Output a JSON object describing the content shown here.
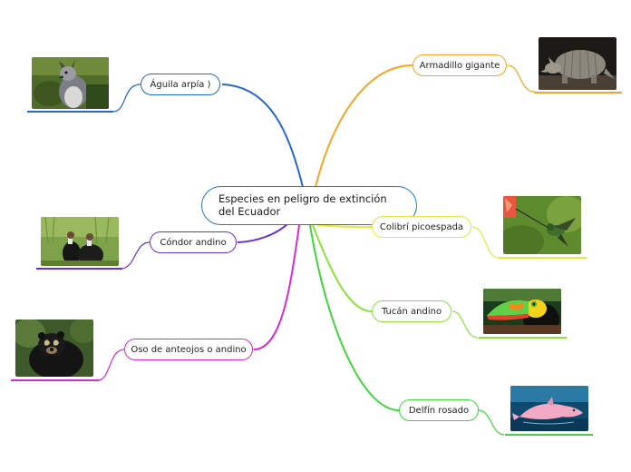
{
  "mindmap": {
    "central": {
      "text": "Especies en peligro de extinción del Ecuador"
    },
    "branches": [
      {
        "id": "aguila",
        "label": "Águila arpía )",
        "color": "#2667c9",
        "image": "harpy-eagle"
      },
      {
        "id": "condor",
        "label": "Cóndor andino",
        "color": "#6a2fc4",
        "image": "andean-condor"
      },
      {
        "id": "oso",
        "label": "Oso de anteojos o andino",
        "color": "#d62bd2",
        "image": "spectacled-bear"
      },
      {
        "id": "armadillo",
        "label": "Armadillo gigante",
        "color": "#f5a623",
        "image": "giant-armadillo"
      },
      {
        "id": "colibri",
        "label": "Colibrí picoespada",
        "color": "#e3e83a",
        "image": "sword-billed-hummingbird"
      },
      {
        "id": "tucan",
        "label": "Tucán andino",
        "color": "#8be33a",
        "image": "andean-toucan"
      },
      {
        "id": "delfin",
        "label": "Delfín rosado",
        "color": "#3ed63a",
        "image": "pink-river-dolphin"
      }
    ]
  }
}
